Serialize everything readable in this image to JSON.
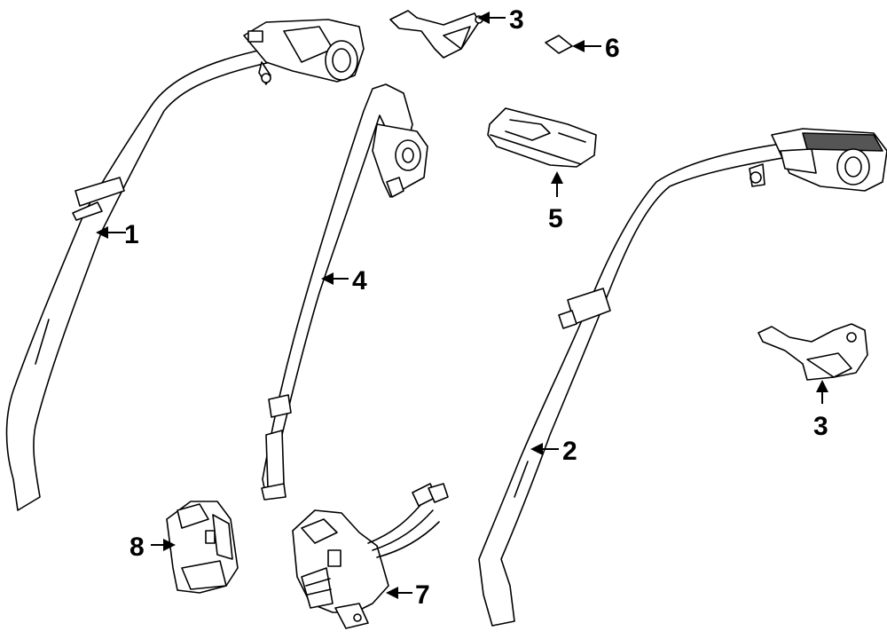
{
  "callouts": [
    {
      "id": "c1",
      "label": "1"
    },
    {
      "id": "c2",
      "label": "2"
    },
    {
      "id": "c3a",
      "label": "3"
    },
    {
      "id": "c3b",
      "label": "3"
    },
    {
      "id": "c4",
      "label": "4"
    },
    {
      "id": "c5",
      "label": "5"
    },
    {
      "id": "c6",
      "label": "6"
    },
    {
      "id": "c7",
      "label": "7"
    },
    {
      "id": "c8",
      "label": "8"
    }
  ]
}
